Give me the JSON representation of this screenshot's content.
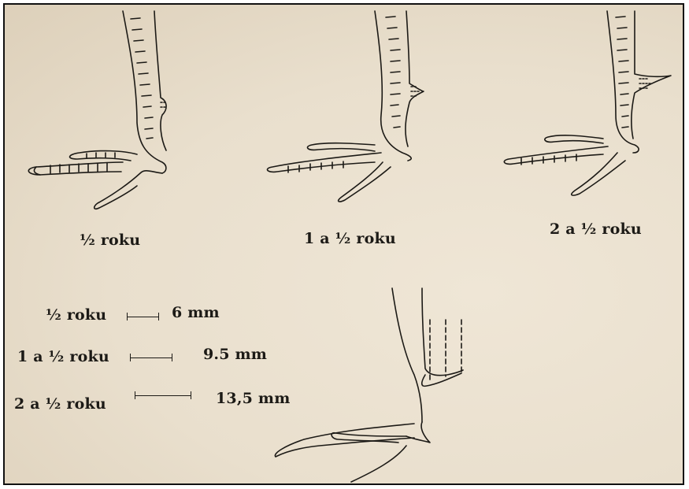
{
  "feet": [
    {
      "label": "½ roku"
    },
    {
      "label": "1 a ½ roku"
    },
    {
      "label": "2 a ½ roku"
    }
  ],
  "scale": [
    {
      "label": "½ roku",
      "measure": "6 mm",
      "length_mm": 6
    },
    {
      "label": "1 a ½ roku",
      "measure": "9.5 mm",
      "length_mm": 9.5
    },
    {
      "label": "2 a ½ roku",
      "measure": "13,5 mm",
      "length_mm": 13.5
    }
  ],
  "colors": {
    "paper": "#e9dfcd",
    "ink": "#1c1a16"
  }
}
